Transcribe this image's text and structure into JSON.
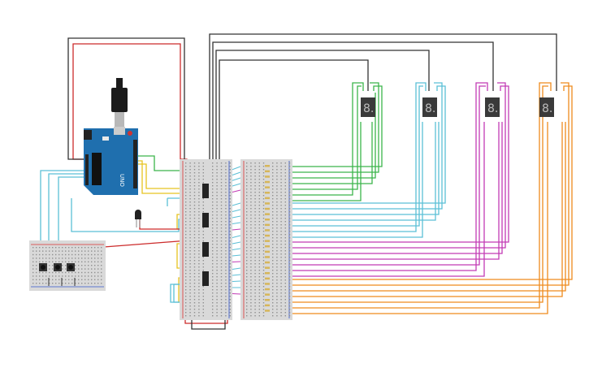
{
  "canvas": {
    "title": "",
    "background": "#ffffff"
  },
  "arduino": {
    "brand_text": "UNO",
    "board_color": "#1f6fae",
    "usb_color": "#1b1b1b"
  },
  "components": {
    "seven_segment_displays": [
      {
        "id": "display-1",
        "glyph": "8."
      },
      {
        "id": "display-2",
        "glyph": "8."
      },
      {
        "id": "display-3",
        "glyph": "8."
      },
      {
        "id": "display-4",
        "glyph": "8."
      }
    ],
    "shift_registers": 4,
    "push_buttons": 3,
    "temperature_sensor": "TMP"
  },
  "wire_colors": {
    "red": "#cc2b2b",
    "black": "#333333",
    "green": "#3bb54a",
    "cyan": "#5bbfd6",
    "magenta": "#c23bb5",
    "orange": "#ef8a1c",
    "yellow": "#e6c321"
  },
  "breadboards": {
    "color": "#d9d9d9",
    "rail_red": "#d33",
    "rail_blue": "#35c"
  }
}
